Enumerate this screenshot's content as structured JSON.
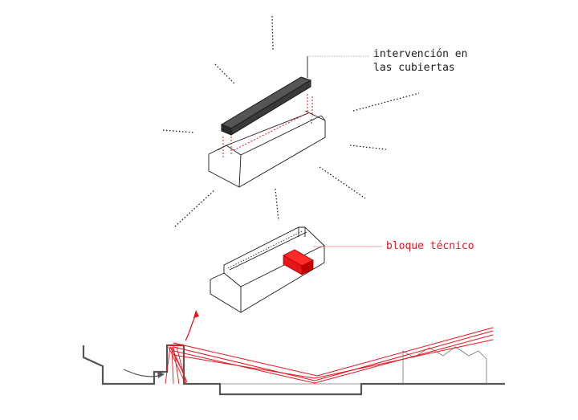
{
  "labels": {
    "roof_intervention_line1": "intervención en",
    "roof_intervention_line2": "las cubiertas",
    "technical_block": "bloque técnico"
  },
  "colors": {
    "ink": "#1a1a1a",
    "accent_red": "#e8141c",
    "section_grey": "#555555",
    "roof_fill": "#3a3a3a"
  }
}
